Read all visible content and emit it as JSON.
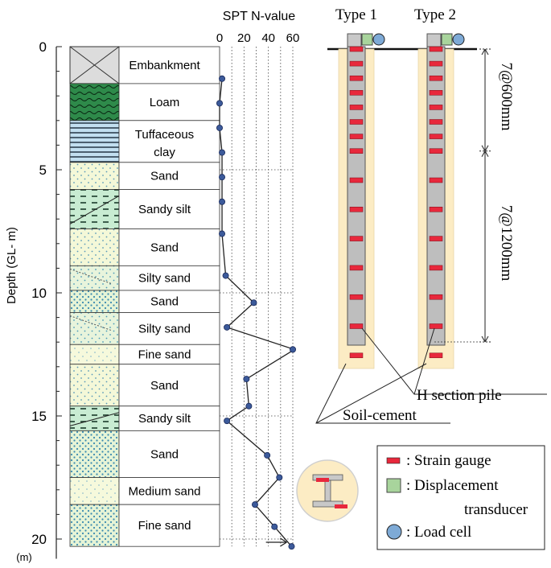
{
  "depth_axis": {
    "label": "Depth (GL- m)",
    "unit": "(m)",
    "ticks": [
      "0",
      "5",
      "10",
      "15",
      "20"
    ],
    "max": 20
  },
  "spt_axis": {
    "title": "SPT N-value",
    "ticks": [
      "0",
      "20",
      "40",
      "60"
    ],
    "max": 60
  },
  "layers": [
    {
      "name": "Embankment",
      "top": 0,
      "bottom": 1.5,
      "pattern": "cross"
    },
    {
      "name": "Loam",
      "top": 1.5,
      "bottom": 3.0,
      "pattern": "loam"
    },
    {
      "name": [
        "Tuffaceous",
        "clay"
      ],
      "top": 3.0,
      "bottom": 4.7,
      "pattern": "clay"
    },
    {
      "name": "Sand",
      "top": 4.7,
      "bottom": 5.8,
      "pattern": "sand"
    },
    {
      "name": "Sandy silt",
      "top": 5.8,
      "bottom": 7.4,
      "pattern": "silt"
    },
    {
      "name": "Sand",
      "top": 7.4,
      "bottom": 8.9,
      "pattern": "sand"
    },
    {
      "name": "Silty sand",
      "top": 8.9,
      "bottom": 9.9,
      "pattern": "siltysand"
    },
    {
      "name": "Sand",
      "top": 9.9,
      "bottom": 10.8,
      "pattern": "sanddense"
    },
    {
      "name": "Silty sand",
      "top": 10.8,
      "bottom": 12.1,
      "pattern": "siltysand"
    },
    {
      "name": "Fine sand",
      "top": 12.1,
      "bottom": 12.9,
      "pattern": "sandlight"
    },
    {
      "name": "Sand",
      "top": 12.9,
      "bottom": 14.6,
      "pattern": "sand"
    },
    {
      "name": "Sandy silt",
      "top": 14.6,
      "bottom": 15.6,
      "pattern": "silt"
    },
    {
      "name": "Sand",
      "top": 15.6,
      "bottom": 17.5,
      "pattern": "sanddense"
    },
    {
      "name": "Medium sand",
      "top": 17.5,
      "bottom": 18.6,
      "pattern": "sandlight"
    },
    {
      "name": "Fine sand",
      "top": 18.6,
      "bottom": 20.3,
      "pattern": "sanddense"
    }
  ],
  "chart_data": {
    "type": "line",
    "xlabel": "SPT N-value",
    "ylabel": "Depth (GL- m)",
    "xlim": [
      0,
      60
    ],
    "ylim": [
      20,
      0
    ],
    "series": [
      {
        "x": [
          2,
          0,
          0,
          2,
          2,
          2,
          2,
          5,
          28,
          6,
          62,
          22,
          24,
          6,
          39,
          49,
          29,
          45,
          59
        ],
        "y": [
          1.3,
          2.3,
          3.3,
          4.3,
          5.3,
          6.3,
          7.6,
          9.3,
          10.4,
          11.4,
          12.3,
          13.5,
          14.6,
          15.2,
          16.6,
          17.5,
          18.6,
          19.5,
          20.3
        ]
      }
    ],
    "grid": "vertical dotted",
    "annotation_arrow_at_depth": 20
  },
  "piles": {
    "types": [
      "Type 1",
      "Type 2"
    ],
    "gauge_depths": [
      0,
      0.6,
      1.2,
      1.8,
      2.4,
      3.0,
      3.6,
      4.2,
      5.4,
      6.6,
      7.8,
      9.0,
      10.2,
      11.4,
      12.6
    ],
    "dimension_labels": [
      "7@600mm",
      "7@1200mm"
    ],
    "h_pile_label": "H section pile",
    "soil_cement_label": "Soil-cement"
  },
  "legend": {
    "strain_gauge": ": Strain gauge",
    "displacement_line1": ": Displacement",
    "displacement_line2": "transducer",
    "load_cell": ": Load cell"
  },
  "colors": {
    "soil_cement": "#fcecc4",
    "pile": "#bebebe",
    "gauge": "#e8283c",
    "displacement": "#a8d49c",
    "load_cell": "#7eaad6",
    "spt_marker": "#3c5a9a",
    "sand_fill": "#f4f8d8",
    "silt_fill": "#c8ecd2",
    "clay_fill": "#c2dff0",
    "loam_fill": "#2e8a4a"
  }
}
